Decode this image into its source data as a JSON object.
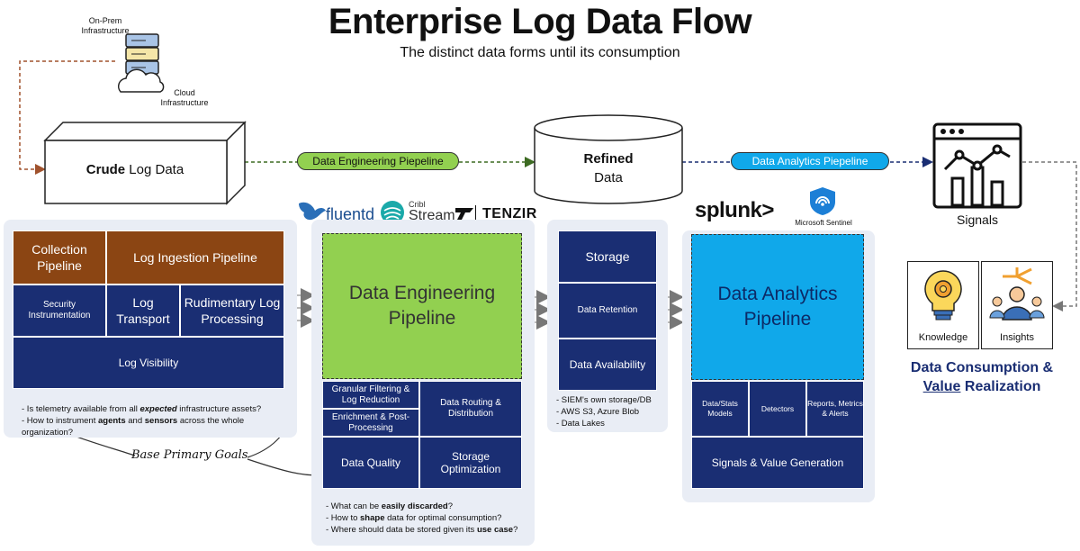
{
  "header": {
    "title": "Enterprise Log Data Flow",
    "subtitle": "The distinct data forms until its consumption"
  },
  "sources": {
    "onprem": "On-Prem Infrastructure",
    "cloud": "Cloud Infrastructure"
  },
  "crude": {
    "bold": "Crude",
    "rest": " Log Data"
  },
  "refined": {
    "bold": "Refined",
    "rest": "Data"
  },
  "pipes": {
    "engineering": "Data Engineering Piepeline",
    "analytics": "Data Analytics Piepeline"
  },
  "signals": {
    "label": "Signals"
  },
  "left_panel": {
    "collection": "Collection Pipeline",
    "ingestion": "Log Ingestion Pipeline",
    "security": "Security Instrumentation",
    "transport": "Log Transport",
    "rudimentary": "Rudimentary Log Processing",
    "visibility": "Log Visibility",
    "note1_pre": "- Is telemetry available from all ",
    "note1_em": "expected",
    "note1_post": " infrastructure assets?",
    "note2_pre": "- How to instrument ",
    "note2_b1": "agents",
    "note2_mid": " and ",
    "note2_b2": "sensors",
    "note2_post": " across the whole organization?"
  },
  "goals": "Base Primary Goals",
  "vendors": {
    "fluentd": "fluentd",
    "cribl_top": "Cribl",
    "cribl_bottom": "Stream",
    "tenzir": "TENZIR",
    "splunk": "splunk>",
    "sentinel": "Microsoft Sentinel"
  },
  "eng_panel": {
    "main": "Data Engineering Pipeline",
    "filtering": "Granular Filtering & Log Reduction",
    "enrichment": "Enrichment & Post-Processing",
    "routing": "Data Routing & Distribution",
    "quality": "Data Quality",
    "storage_opt": "Storage Optimization",
    "note1_pre": "- What can be ",
    "note1_b": "easily discarded",
    "note1_post": "?",
    "note2_pre": "- How to ",
    "note2_b": "shape",
    "note2_post": " data for optimal consumption?",
    "note3_pre": "- Where should data be stored given its ",
    "note3_b": "use case",
    "note3_post": "?"
  },
  "storage_panel": {
    "storage": "Storage",
    "retention": "Data Retention",
    "availability": "Data Availability",
    "note1": "- SIEM's own storage/DB",
    "note2": "- AWS S3, Azure Blob",
    "note3": "- Data Lakes"
  },
  "analytics_panel": {
    "main": "Data Analytics Pipeline",
    "models": "Data/Stats Models",
    "detectors": "Detectors",
    "reports": "Reports, Metrics & Alerts",
    "signals_gen": "Signals & Value Generation"
  },
  "consumption": {
    "knowledge": "Knowledge",
    "insights": "Insights",
    "line1": "Data Consumption &",
    "line2_u": "Value",
    "line2_rest": " Realization"
  },
  "colors": {
    "navy": "#1a2e73",
    "brown": "#8b4513",
    "green": "#92d050",
    "sky": "#10a8ea",
    "panel": "#e9edf5"
  }
}
